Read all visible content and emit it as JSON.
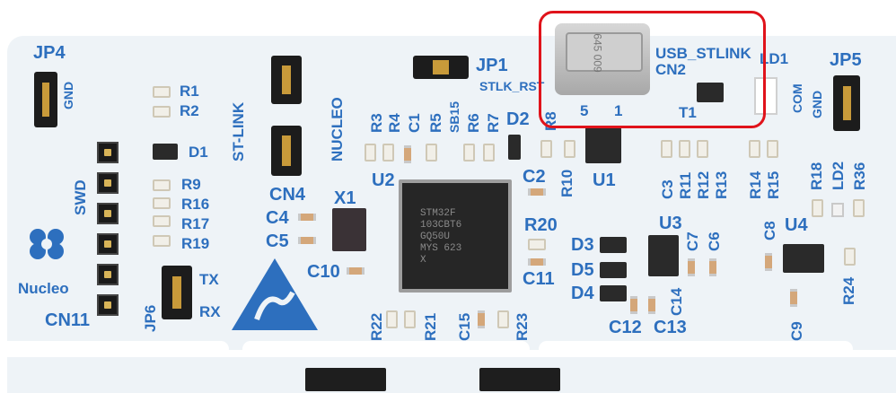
{
  "board_labels": {
    "jp4": "JP4",
    "gnd_left": "GND",
    "r1": "R1",
    "r2": "R2",
    "d1": "D1",
    "r9": "R9",
    "r16": "R16",
    "r17": "R17",
    "r19": "R19",
    "swd": "SWD",
    "nucleo_logo": "Nucleo",
    "cn11": "CN11",
    "tx": "TX",
    "rx": "RX",
    "jp6": "JP6",
    "st_link": "ST-LINK",
    "nucleo": "NUCLEO",
    "cn4": "CN4",
    "x1": "X1",
    "c4": "C4",
    "c5": "C5",
    "c10": "C10",
    "jp1": "JP1",
    "stlk_rst": "STLK_RST",
    "r3": "R3",
    "r4": "R4",
    "c1": "C1",
    "r5": "R5",
    "sb15": "SB15",
    "r6": "R6",
    "r7": "R7",
    "d2": "D2",
    "r8": "R8",
    "u2": "U2",
    "c2": "C2",
    "r10": "R10",
    "u1": "U1",
    "r20": "R20",
    "c11": "C11",
    "d3": "D3",
    "d5": "D5",
    "d4": "D4",
    "u3": "U3",
    "c7": "C7",
    "c6": "C6",
    "c14": "C14",
    "c12": "C12",
    "c13": "C13",
    "r22": "R22",
    "r21": "R21",
    "c15": "C15",
    "r23": "R23",
    "usb_stlink": "USB_STLINK",
    "cn2": "CN2",
    "pin5": "5",
    "pin1": "1",
    "t1": "T1",
    "ld1": "LD1",
    "com": "COM",
    "c3": "C3",
    "r11": "R11",
    "r12": "R12",
    "r13": "R13",
    "r14": "R14",
    "r15": "R15",
    "jp5": "JP5",
    "gnd_right": "GND",
    "r18": "R18",
    "ld2": "LD2",
    "r36": "R36",
    "c8": "C8",
    "u4": "U4",
    "r24": "R24",
    "c9": "C9"
  },
  "mcu_marking": [
    "STM32F",
    "103CBT6",
    "GQ50U",
    "MYS 623",
    "X"
  ],
  "usb_marking": "645 009",
  "colors": {
    "silkscreen": "#2d6fbe",
    "board": "#eef3f7",
    "highlight": "#e0131b"
  }
}
